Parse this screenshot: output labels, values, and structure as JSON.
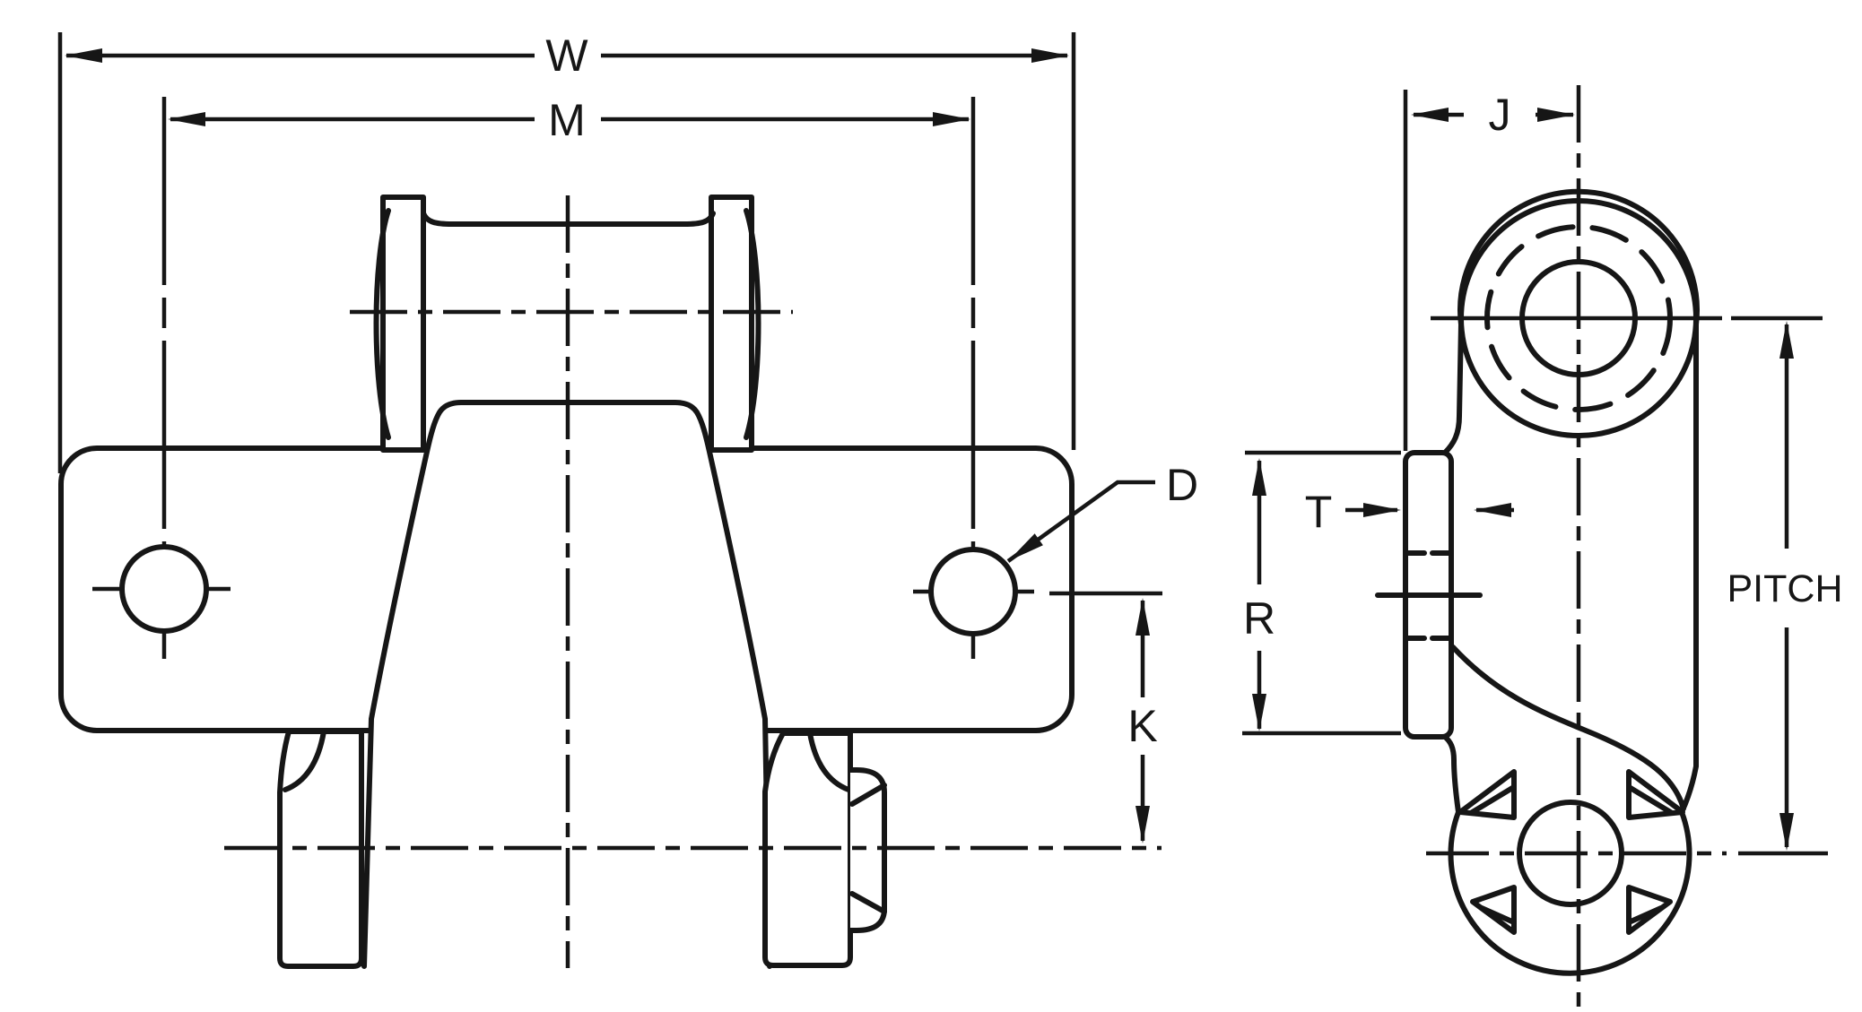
{
  "drawing": {
    "type": "engineering-dimension-drawing",
    "subject": "chain attachment link, front and side views",
    "colors": {
      "background": "#ffffff",
      "line": "#161616"
    },
    "front_view": {
      "labels": {
        "w": "W",
        "m": "M",
        "d": "D",
        "k": "K"
      }
    },
    "side_view": {
      "labels": {
        "j": "J",
        "t": "T",
        "r": "R",
        "pitch": "PITCH"
      }
    }
  }
}
